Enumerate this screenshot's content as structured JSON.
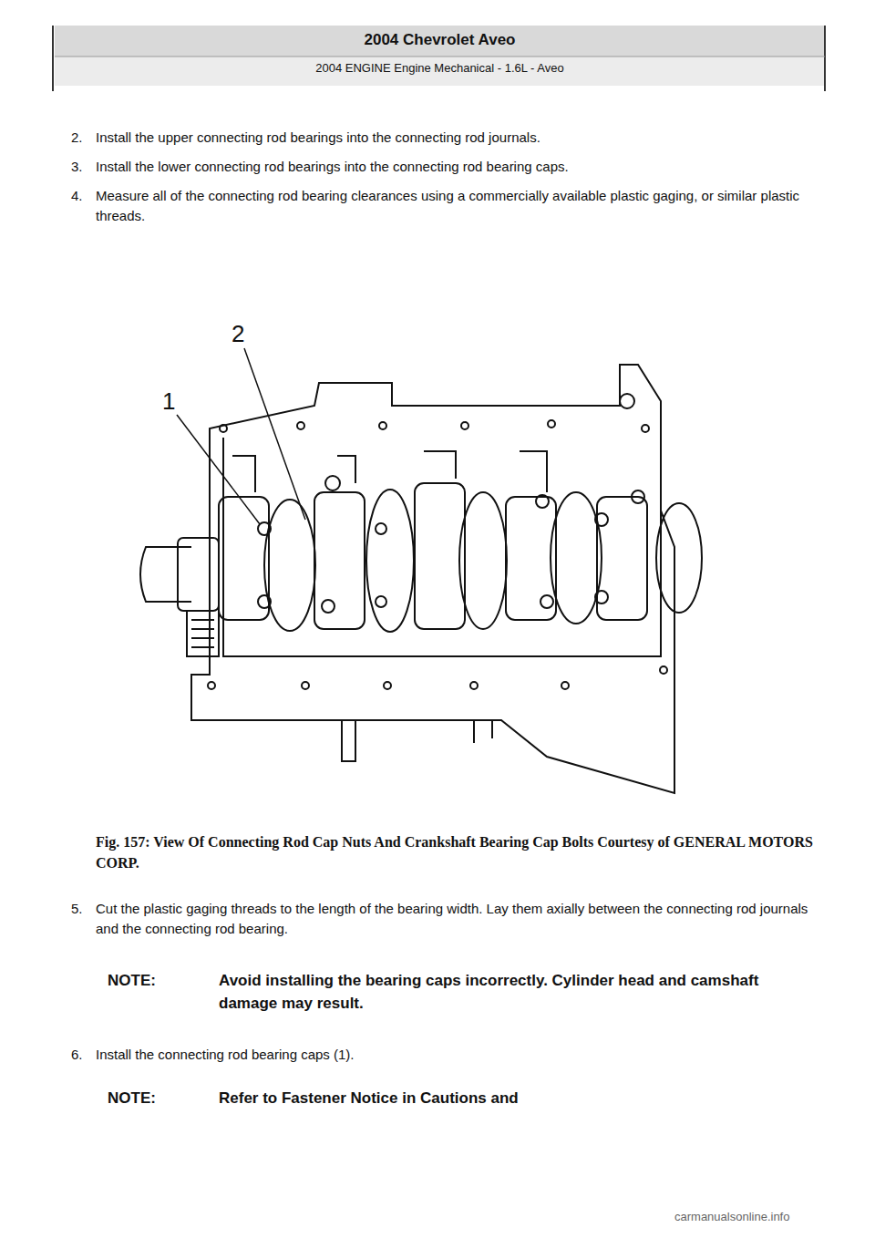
{
  "diagram": {
    "title": "2004 Chevrolet Aveo",
    "caption": "Fig. 157: View Of Connecting Rod Cap Nuts And Crankshaft Bearing Cap Bolts Courtesy of GENERAL MOTORS CORP.",
    "labels": [
      "2004 ENGINE Engine Mechanical - 1.6L - Aveo",
      "2.",
      "Install the upper connecting rod bearings into the connecting rod journals.",
      "3.",
      "Install the lower connecting rod bearings into the connecting rod bearing caps.",
      "4.",
      "Measure all of the connecting rod bearing clearances using a commercially available plastic gaging, or similar plastic threads.",
      "2",
      "1",
      "5.",
      "Cut the plastic gaging threads to the length of the bearing width. Lay them axially between the connecting rod journals and the connecting rod bearing.",
      "NOTE:",
      "Avoid installing the bearing caps incorrectly. Cylinder head and camshaft damage may result.",
      "6.",
      "Install the connecting rod bearing caps (1).",
      "NOTE:",
      "Refer to Fastener Notice in Cautions and",
      "carmanualsonline.info"
    ]
  }
}
